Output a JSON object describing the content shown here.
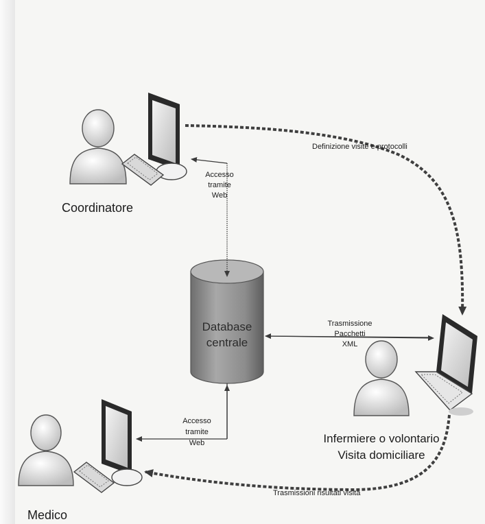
{
  "roles": {
    "coordinator": "Coordinatore",
    "doctor": "Medico",
    "nurse_line1": "Infermiere o volontario",
    "nurse_line2": "Visita domiciliare"
  },
  "database": {
    "line1": "Database",
    "line2": "centrale"
  },
  "links": {
    "web_access_top": [
      "Accesso",
      "tramite",
      "Web"
    ],
    "web_access_bottom": [
      "Accesso",
      "tramite",
      "Web"
    ],
    "xml_transfer": [
      "Trasmissione",
      "Pacchetti",
      "XML"
    ],
    "visit_definition": "Definizione visite e protocolli",
    "visit_results": "Trasmissioni risultati visita"
  },
  "colors": {
    "line": "#3a3a3a",
    "dashed": "#4a4a4a",
    "cylinder": "#8f8f8f",
    "person": "#d6d6d6"
  }
}
